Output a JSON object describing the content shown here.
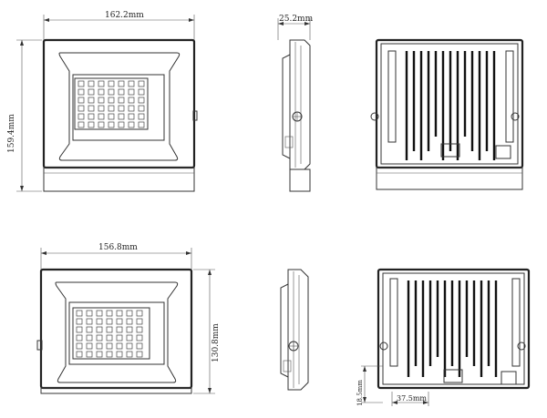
{
  "dimensions": {
    "top_width": "162.2mm",
    "top_height": "159.4mm",
    "top_depth": "25.2mm",
    "bottom_width": "156.8mm",
    "bottom_height": "130.8mm",
    "bottom_offset_v": "18.5mm",
    "bottom_offset_h": "37.5mm"
  },
  "views": [
    "front-view",
    "side-view",
    "back-view"
  ],
  "led_grid": {
    "rows": 6,
    "cols": 7
  }
}
